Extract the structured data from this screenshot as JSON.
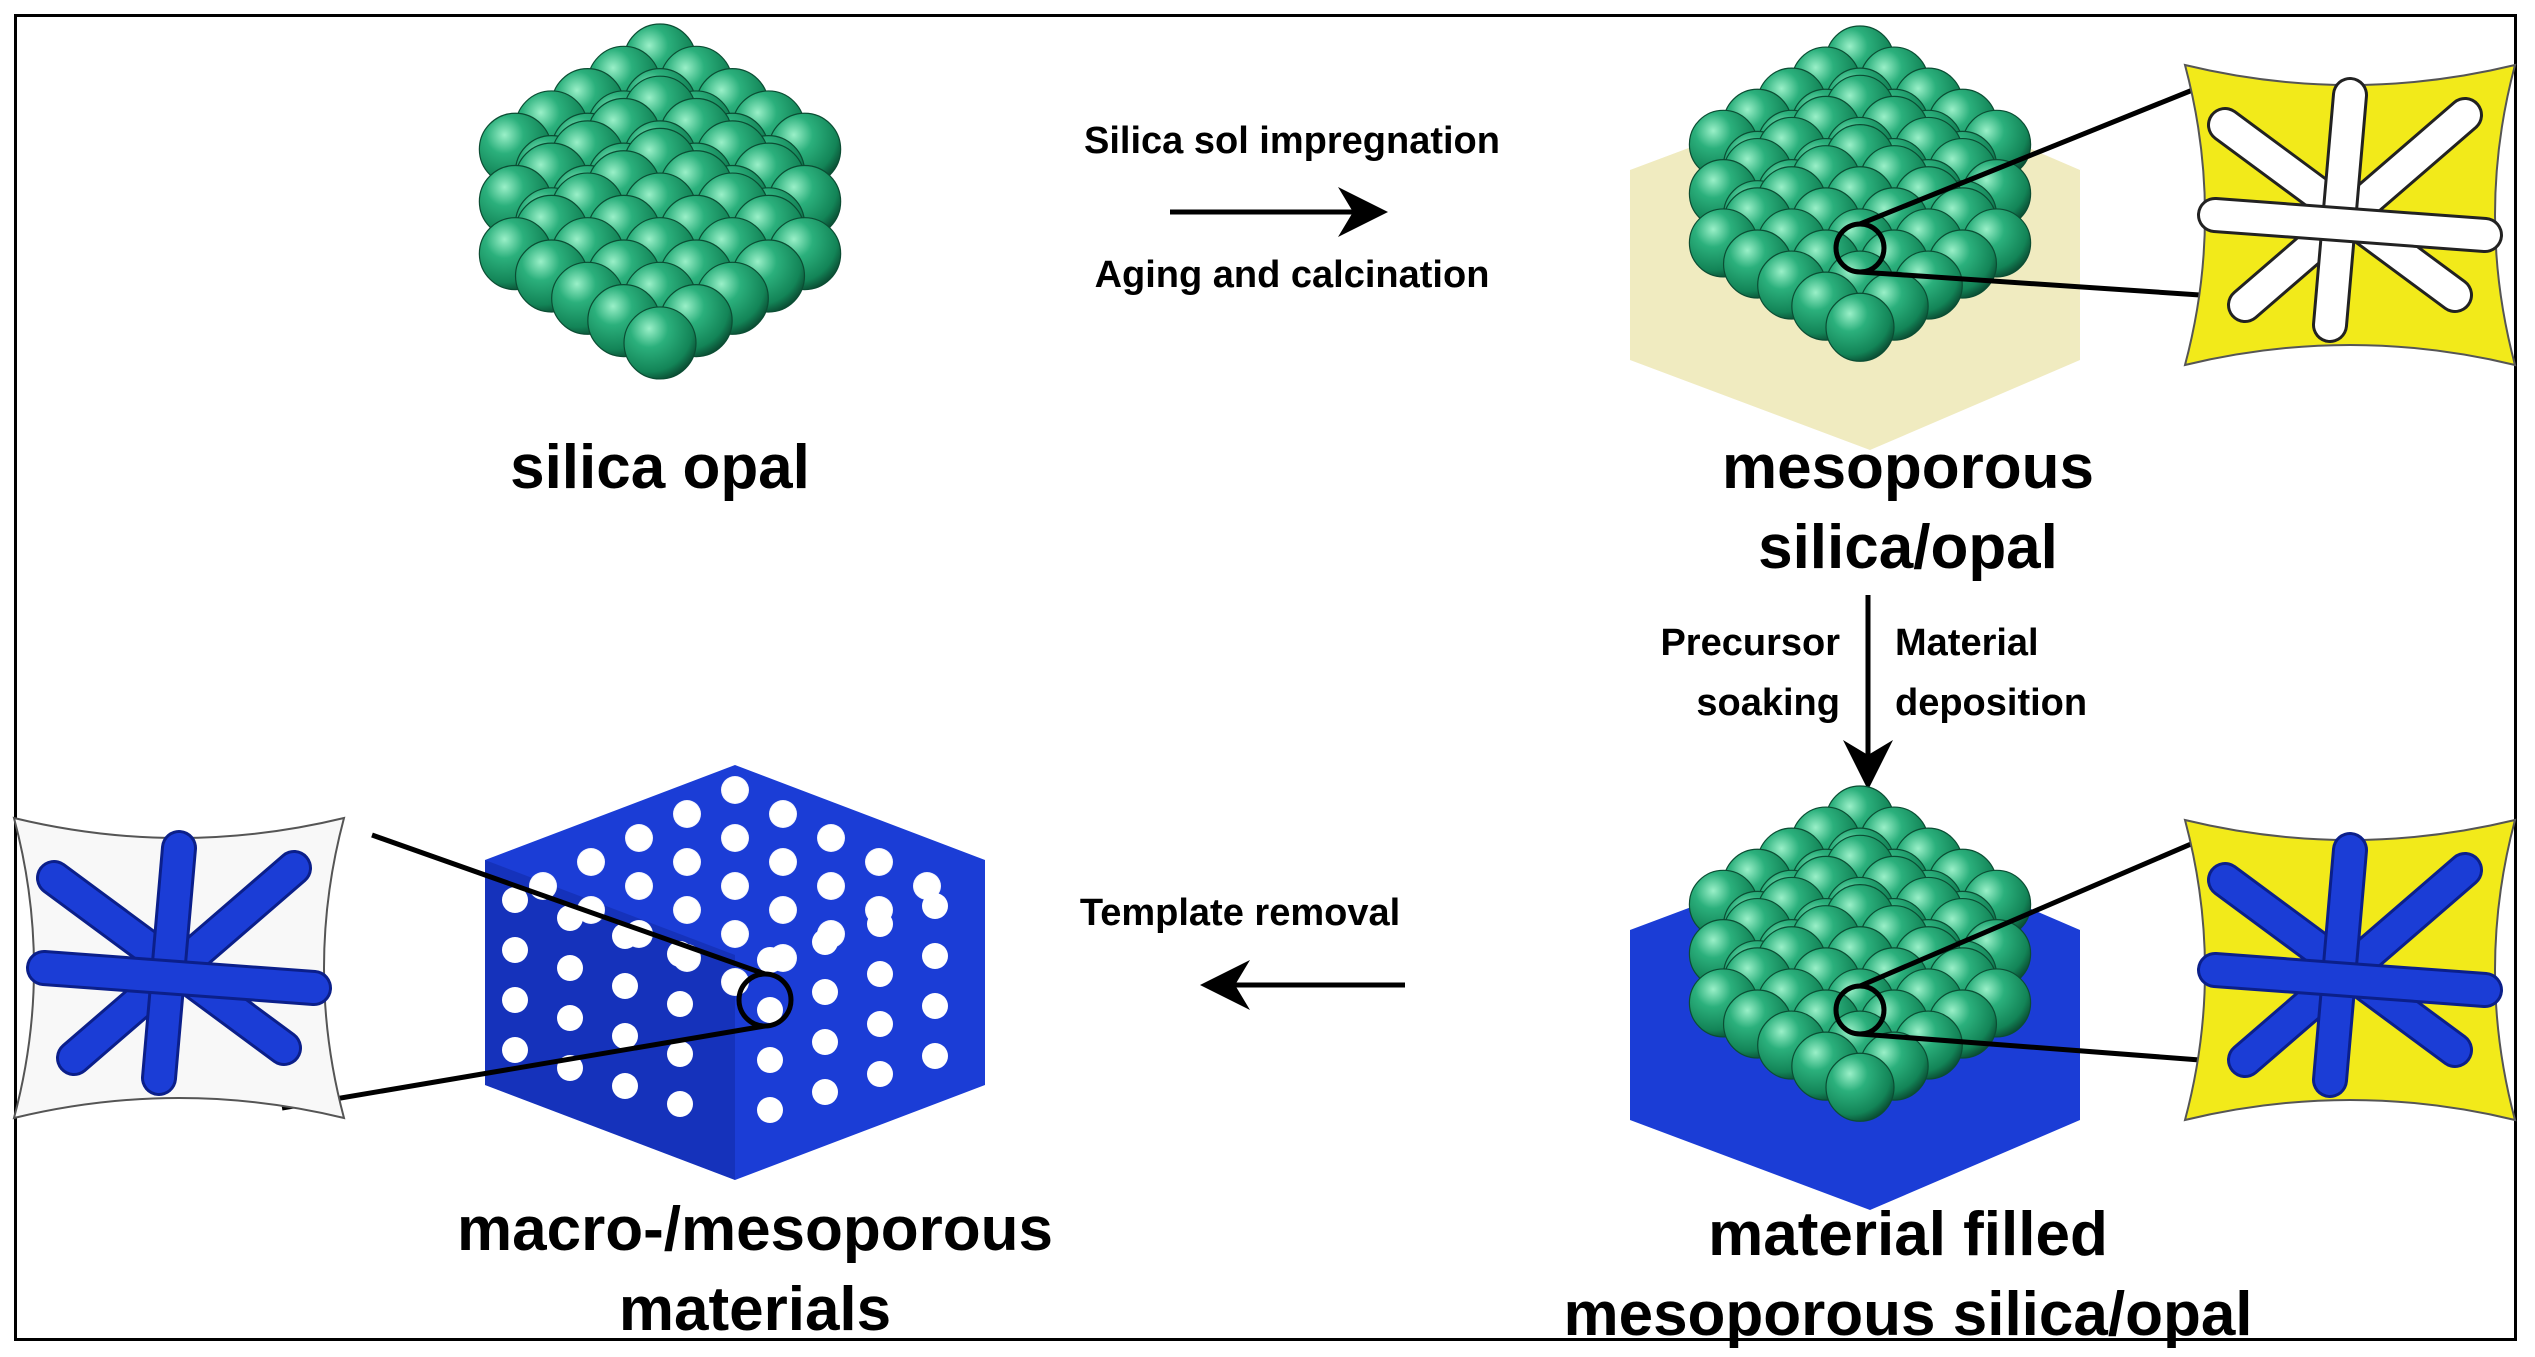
{
  "stages": {
    "silica_opal": {
      "line1": "silica opal"
    },
    "mesoporous_opal": {
      "line1": "mesoporous",
      "line2": "silica/opal"
    },
    "material_filled": {
      "line1": "material filled",
      "line2": "mesoporous silica/opal"
    },
    "macro_meso": {
      "line1": "macro-/mesoporous",
      "line2": "materials"
    }
  },
  "steps": {
    "step1": {
      "above": "Silica sol impregnation",
      "below": "Aging and calcination"
    },
    "step2": {
      "left1": "Precursor",
      "left2": "soaking",
      "right1": "Material",
      "right2": "deposition"
    },
    "step3": {
      "label": "Template removal"
    }
  },
  "colors": {
    "sphere": "#1e9a6a",
    "sphere_light": "#7fe0b4",
    "sphere_dark": "#0b4d33",
    "silica_fill": "#f0ebc0",
    "pore_yellow": "#f2ea1a",
    "material_blue": "#1b3dd6",
    "material_blue_dark": "#0b1f8a",
    "line": "#000000"
  }
}
